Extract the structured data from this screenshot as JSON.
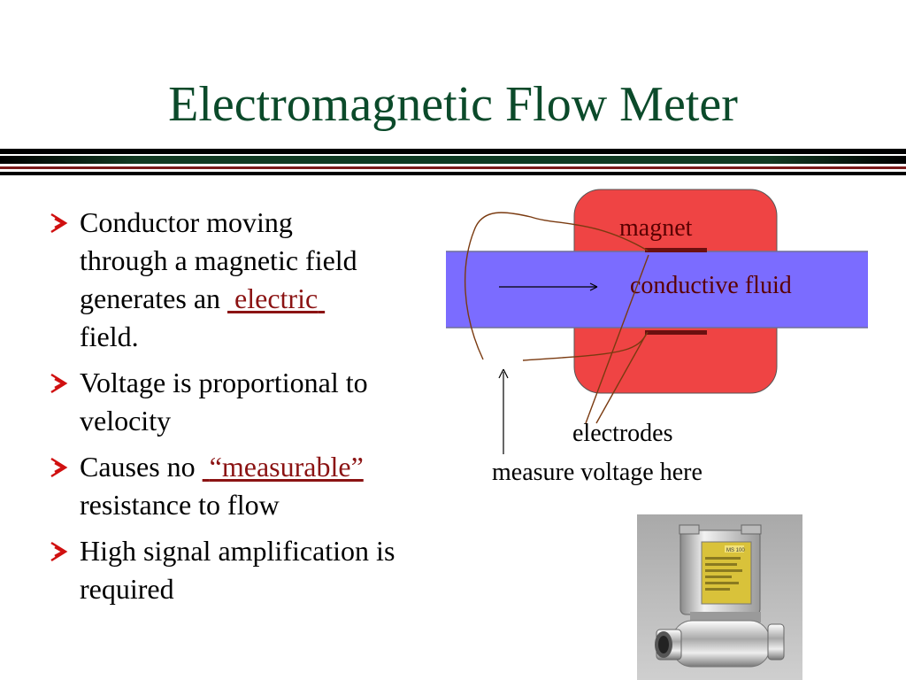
{
  "slide": {
    "title": "Electromagnetic Flow Meter"
  },
  "bullets": {
    "items": [
      {
        "lines": [
          "Conductor moving",
          "through a magnetic field",
          "generates an "
        ],
        "blank": "electric",
        "after_blank": "field."
      },
      {
        "text": "Voltage is proportional to velocity"
      },
      {
        "before_blank": "Causes no ",
        "blank": "“measurable”",
        "after_blank": "resistance to flow"
      },
      {
        "text": "High signal amplification is required"
      }
    ]
  },
  "diagram": {
    "magnet_label": "magnet",
    "fluid_label": "conductive fluid",
    "electrodes_label": "electrodes",
    "measure_label": "measure voltage here"
  },
  "colors": {
    "title": "#0b4a2a",
    "bullet_arrow": "#d01010",
    "magnet": "#ef4444",
    "fluid": "#7b6cff",
    "electrode": "#6b1010",
    "blank_text": "#8b1313"
  },
  "photo": {
    "nameplate_text": "MS 100"
  }
}
